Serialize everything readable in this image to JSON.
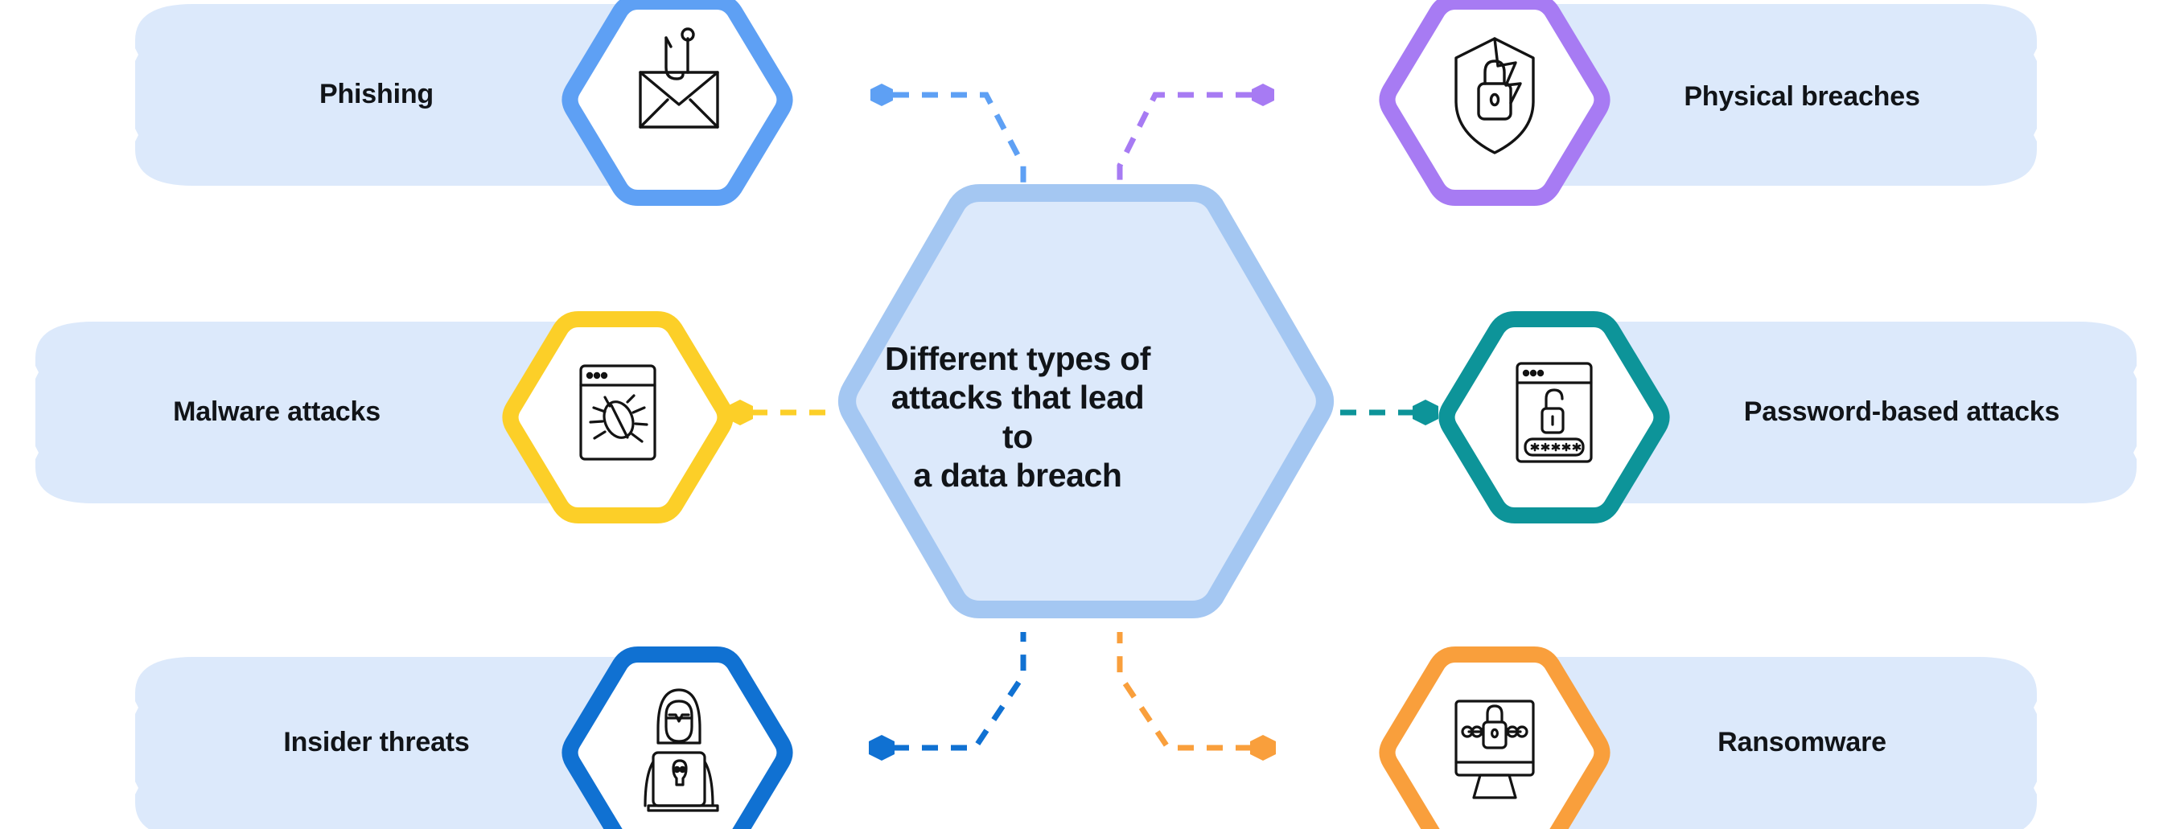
{
  "diagram": {
    "title": "Different types of attacks that lead to a data breach",
    "title_lines": [
      "Different types of",
      "attacks that lead to",
      "a data breach"
    ],
    "center": {
      "fill": "#DCE9FB",
      "stroke": "#A4C7F2"
    },
    "banner_fill": "#DCE9FB",
    "background": "#FFFFFF",
    "nodes": [
      {
        "id": "phishing",
        "label": "Phishing",
        "icon": "envelope-hook-icon",
        "color": "#5EA0F4",
        "side": "left",
        "row": "top"
      },
      {
        "id": "physical-breaches",
        "label": "Physical breaches",
        "icon": "cracked-shield-lock-icon",
        "color": "#A77BF3",
        "side": "right",
        "row": "top"
      },
      {
        "id": "malware-attacks",
        "label": "Malware attacks",
        "icon": "browser-bug-icon",
        "color": "#FCCF28",
        "side": "left",
        "row": "middle"
      },
      {
        "id": "password-based-attacks",
        "label": "Password-based attacks",
        "icon": "browser-password-unlock-icon",
        "color": "#0D9499",
        "side": "right",
        "row": "middle"
      },
      {
        "id": "insider-threats",
        "label": "Insider threats",
        "icon": "hacker-laptop-skull-icon",
        "color": "#1071D2",
        "side": "left",
        "row": "bottom"
      },
      {
        "id": "ransomware",
        "label": "Ransomware",
        "icon": "monitor-lock-chain-icon",
        "color": "#F99F3C",
        "side": "right",
        "row": "bottom"
      }
    ]
  }
}
